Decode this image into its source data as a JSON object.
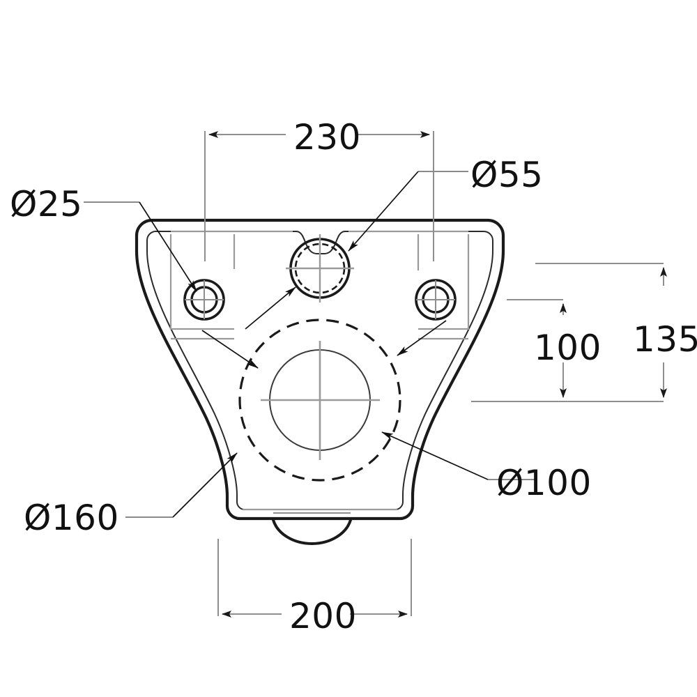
{
  "drawing": {
    "title": "Wall-hung pan fixing plate dimension drawing",
    "units": "mm",
    "line_color": "#1a1a1a",
    "thin_line_color": "#8a8a8a",
    "background": "#ffffff"
  },
  "dimensions": {
    "width_top": "230",
    "width_bottom": "200",
    "height_total": "135",
    "height_inner": "100",
    "bolt_hole_dia": "Ø25",
    "center_hole_dia": "Ø55",
    "inner_circle_dia": "Ø100",
    "bolt_circle_dia": "Ø160"
  },
  "labels": [
    {
      "name": "dim-230",
      "text": "230",
      "kind": "linear-horizontal"
    },
    {
      "name": "dim-d55",
      "text": "Ø55",
      "kind": "diameter-leader"
    },
    {
      "name": "dim-d25",
      "text": "Ø25",
      "kind": "diameter-leader"
    },
    {
      "name": "dim-135",
      "text": "135",
      "kind": "linear-vertical"
    },
    {
      "name": "dim-100",
      "text": "100",
      "kind": "linear-vertical"
    },
    {
      "name": "dim-d100",
      "text": "Ø100",
      "kind": "diameter-leader"
    },
    {
      "name": "dim-d160",
      "text": "Ø160",
      "kind": "diameter-leader"
    },
    {
      "name": "dim-200",
      "text": "200",
      "kind": "linear-horizontal"
    }
  ],
  "features": {
    "bolt_holes": 2,
    "center_slot": 1,
    "bolt_circle": "dashed",
    "bottom_nub": "semicircle"
  },
  "chart_data": {
    "type": "table",
    "title": "Fixing plate dimensions (mm)",
    "categories": [
      "230",
      "200",
      "135",
      "100",
      "Ø25",
      "Ø55",
      "Ø100",
      "Ø160"
    ],
    "values": [
      230,
      200,
      135,
      100,
      25,
      55,
      100,
      160
    ]
  }
}
